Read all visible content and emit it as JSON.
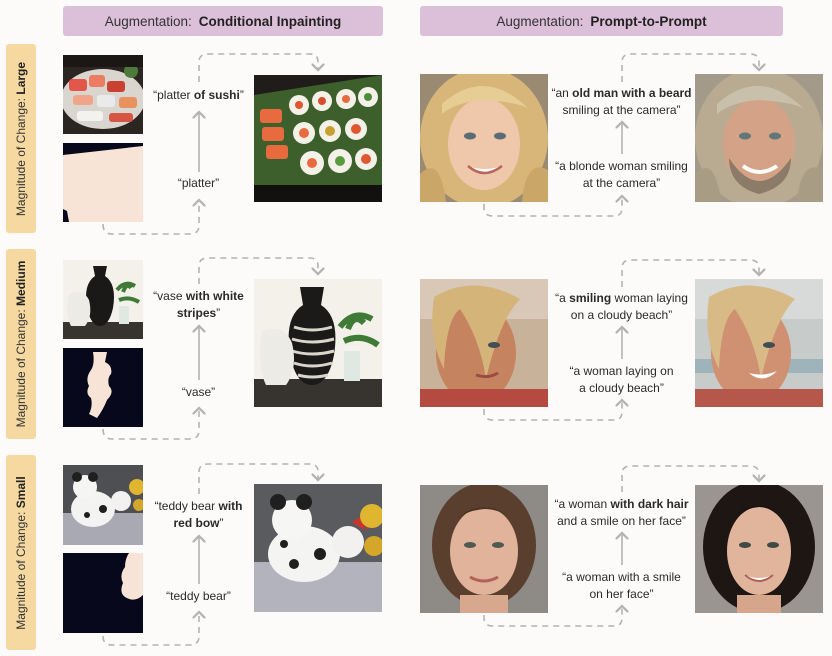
{
  "headers": {
    "left": {
      "prefix": "Augmentation:",
      "name": "Conditional Inpainting"
    },
    "right": {
      "prefix": "Augmentation:",
      "name": "Prompt-to-Prompt"
    }
  },
  "rows": [
    {
      "magnitude_prefix": "Magnitude of Change:",
      "magnitude": "Large",
      "inpaint": {
        "source_prompt": "“platter”",
        "target_prompt_lines": [
          {
            "plain": "“platter ",
            "bold": "of sushi",
            "tail": "”"
          }
        ]
      },
      "p2p": {
        "source_prompt_lines": [
          "“a blonde woman smiling",
          "at the camera”"
        ],
        "target_prompt_lines": [
          {
            "plain": "“an ",
            "bold": "old man with a beard",
            "tail": ""
          },
          {
            "plain": "smiling at the camera”",
            "bold": "",
            "tail": ""
          }
        ]
      }
    },
    {
      "magnitude_prefix": "Magnitude of Change:",
      "magnitude": "Medium",
      "inpaint": {
        "source_prompt": "“vase”",
        "target_prompt_lines": [
          {
            "plain": "“vase ",
            "bold": "with white",
            "tail": ""
          },
          {
            "plain": "",
            "bold": "stripes",
            "tail": "”"
          }
        ]
      },
      "p2p": {
        "source_prompt_lines": [
          "“a woman laying on",
          "a cloudy beach”"
        ],
        "target_prompt_lines": [
          {
            "plain": "“a ",
            "bold": "smiling",
            "tail": " woman laying"
          },
          {
            "plain": "on a cloudy beach”",
            "bold": "",
            "tail": ""
          }
        ]
      }
    },
    {
      "magnitude_prefix": "Magnitude of Change:",
      "magnitude": "Small",
      "inpaint": {
        "source_prompt": "“teddy bear”",
        "target_prompt_lines": [
          {
            "plain": "“teddy bear ",
            "bold": "with",
            "tail": ""
          },
          {
            "plain": "",
            "bold": "red bow",
            "tail": "”"
          }
        ]
      },
      "p2p": {
        "source_prompt_lines": [
          "“a woman with a smile",
          "on her face”"
        ],
        "target_prompt_lines": [
          {
            "plain": "“a woman ",
            "bold": "with dark hair",
            "tail": ""
          },
          {
            "plain": "and a smile on her face”",
            "bold": "",
            "tail": ""
          }
        ]
      }
    }
  ],
  "colors": {
    "header_bg": "#dcbfd9",
    "side_bg": "#f6d9a0",
    "arrow": "#b3b3b3",
    "mask_bg": "#07081c",
    "mask_fg": "#f7e4d6"
  }
}
